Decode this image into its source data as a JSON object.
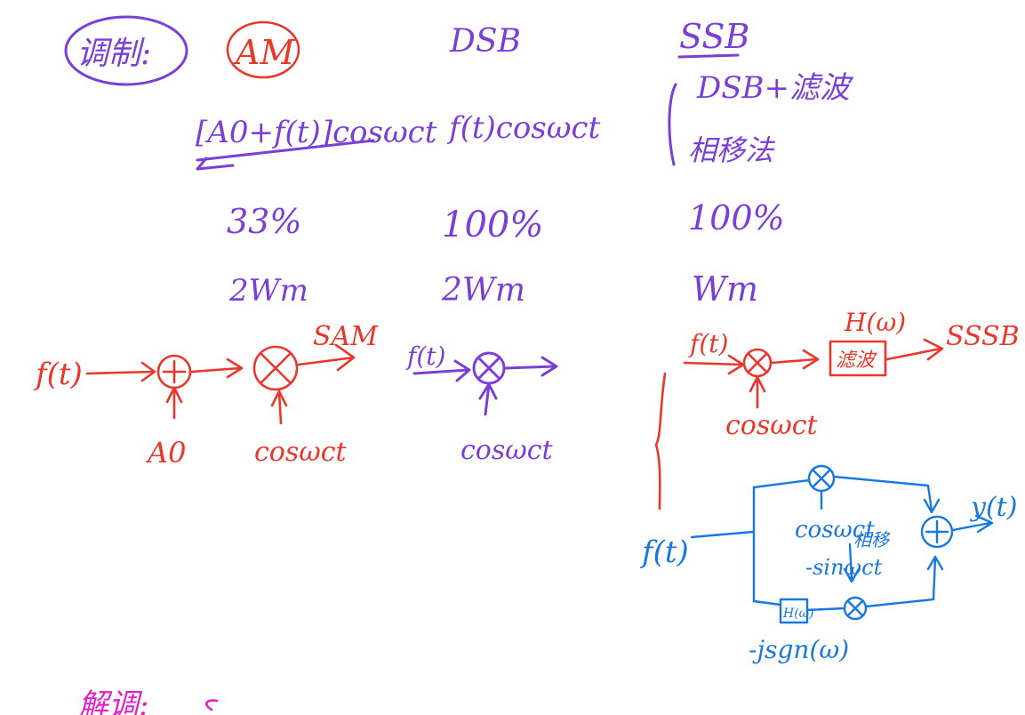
{
  "title_label": "调制:",
  "columns": {
    "am": {
      "heading": "AM",
      "formula": "[A0+f(t)]cosωct",
      "efficiency": "33%",
      "bandwidth": "2Wm"
    },
    "dsb": {
      "heading": "DSB",
      "formula": "f(t)cosωct",
      "efficiency": "100%",
      "bandwidth": "2Wm"
    },
    "ssb": {
      "heading": "SSB",
      "method1": "DSB+滤波",
      "method2": "相移法",
      "efficiency": "100%",
      "bandwidth": "Wm"
    }
  },
  "am_diagram": {
    "input": "f(t)",
    "adder_input": "A0",
    "carrier": "cosωct",
    "output": "SAM"
  },
  "dsb_diagram": {
    "input": "f(t)",
    "carrier": "cosωct"
  },
  "ssb_filter_diagram": {
    "input": "f(t)",
    "carrier": "cosωct",
    "filter_label": "H(ω)",
    "filter_text": "滤波",
    "output": "SSSB"
  },
  "ssb_phase_diagram": {
    "input": "f(t)",
    "carrier_top": "cosωct",
    "shift_note": "相移",
    "carrier_bottom": "-sinωct",
    "hilbert_box": "H(ω)",
    "hilbert_tf": "-jsgn(ω)",
    "output": "y(t)"
  },
  "bottom_note": "解调:"
}
